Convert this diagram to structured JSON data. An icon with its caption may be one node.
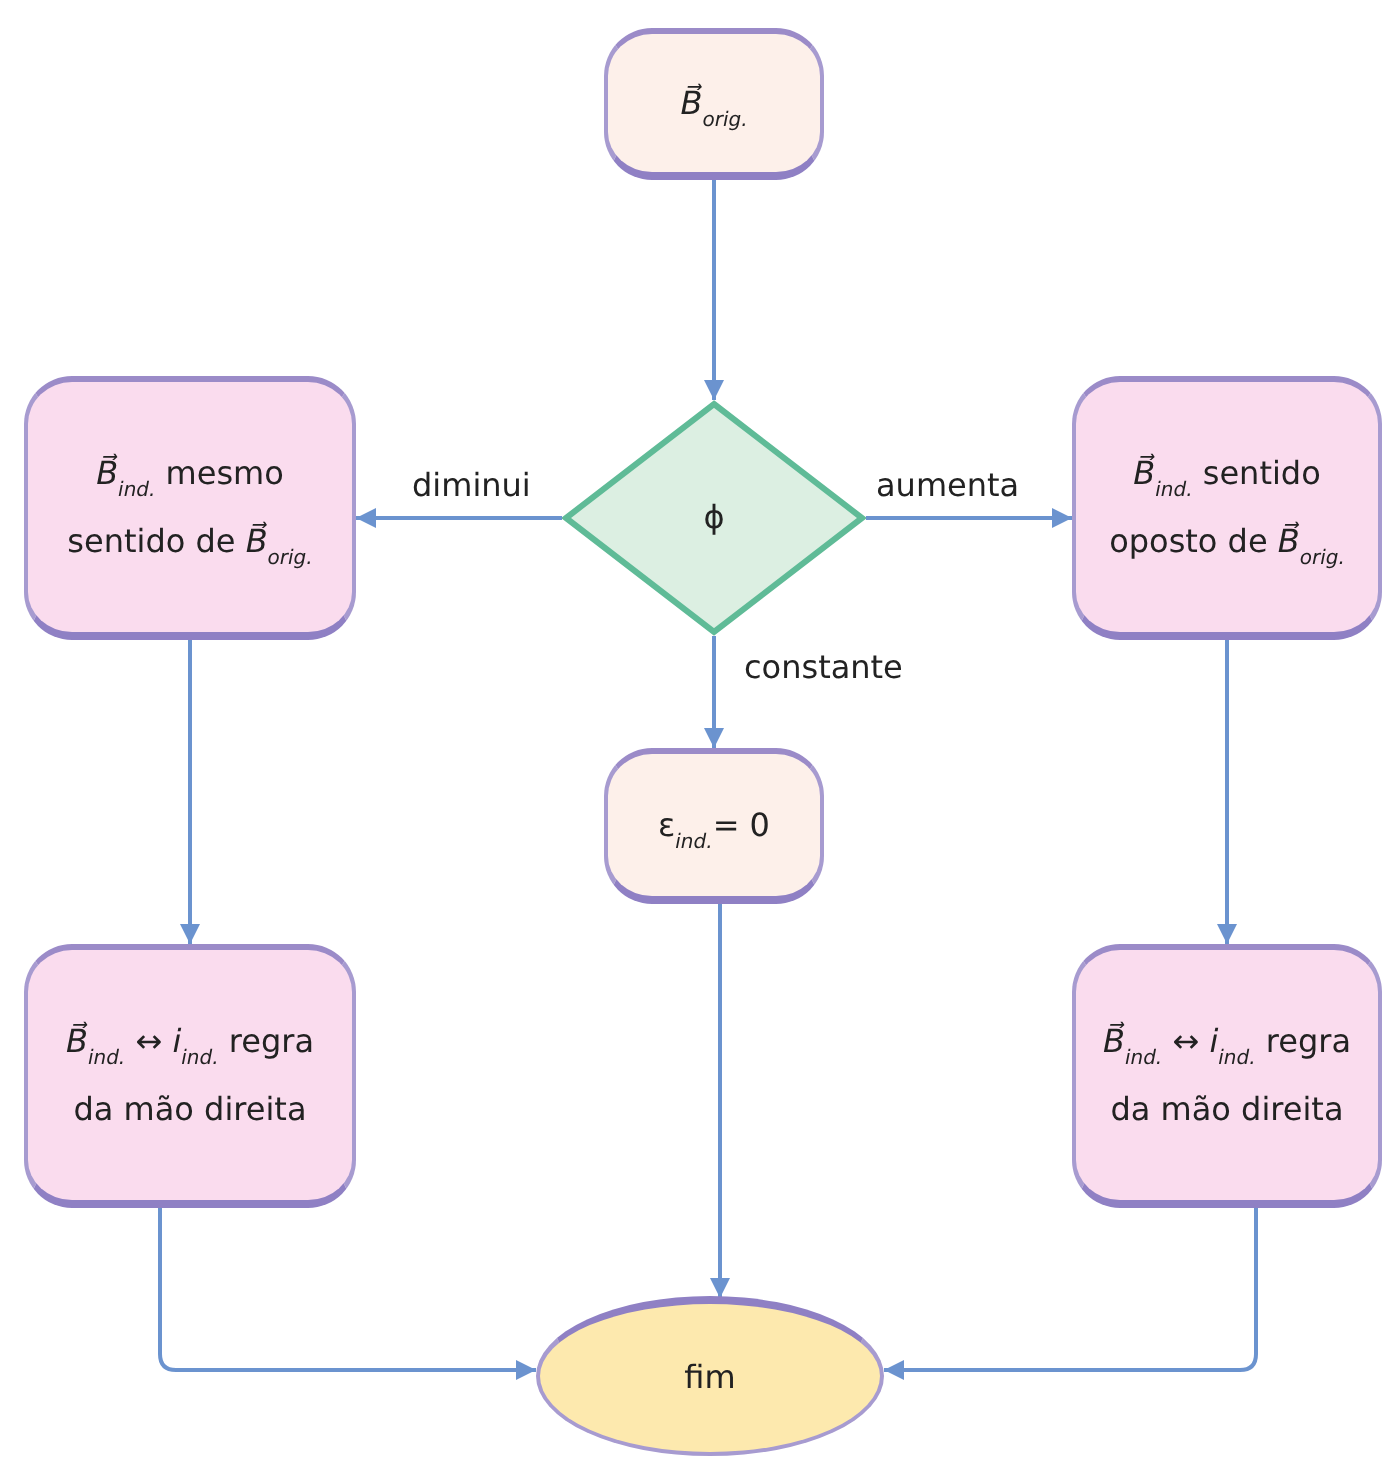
{
  "diagram": {
    "nodes": [
      {
        "text": [
          "*B⃗*$_{orig.}$"
        ]
      },
      {
        "text": [
          "ϕ"
        ]
      },
      {
        "text": [
          "*B⃗*$_{ind.}$ mesmo sentido de *B⃗*$_{orig.}$"
        ]
      },
      {
        "text": [
          "*B⃗*$_{ind.}$ sentido oposto de *B⃗*$_{orig.}$"
        ]
      },
      {
        "text": [
          "ε$_{ind.}$= 0"
        ]
      },
      {
        "text": [
          "*B⃗*$_{ind.}$ ↔ *i*$_{ind.}$ regra da mão direita"
        ]
      },
      {
        "text": [
          "*B⃗*$_{ind.}$ ↔ *i*$_{ind.}$ regra da mão direita"
        ]
      },
      {
        "text": [
          "fim"
        ]
      }
    ],
    "edges": [
      {
        "from": 0,
        "to": 1,
        "arrow": "to"
      },
      {
        "from": 1,
        "to": 2,
        "arrow": "to",
        "label": "diminui"
      },
      {
        "from": 1,
        "to": 3,
        "arrow": "to",
        "label": "aumenta"
      },
      {
        "from": 1,
        "to": 4,
        "arrow": "to",
        "label": "constante"
      },
      {
        "from": 2,
        "to": 5,
        "arrow": "to"
      },
      {
        "from": 3,
        "to": 6,
        "arrow": "to"
      },
      {
        "from": 4,
        "to": 7,
        "arrow": "to"
      },
      {
        "from": 5,
        "to": 7,
        "arrow": "to"
      },
      {
        "from": 6,
        "to": 7,
        "arrow": "to"
      }
    ]
  }
}
